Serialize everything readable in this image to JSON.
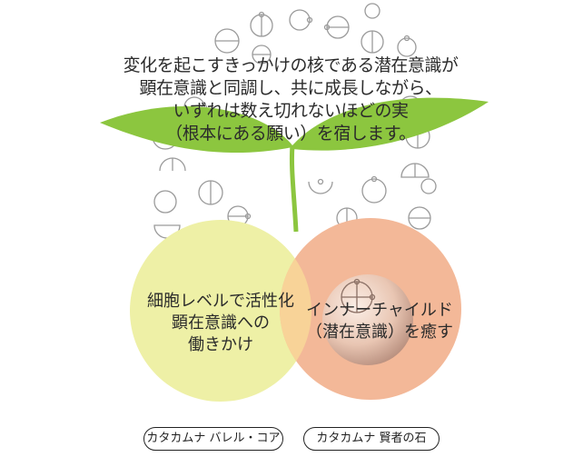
{
  "headline": {
    "lines": [
      "変化を起こすきっかけの核である潜在意識が",
      "顕在意識と同調し、共に成長しながら、",
      "いずれは数え切れないほどの実",
      "（根本にある願い）を宿します。"
    ]
  },
  "left_circle": {
    "lines": [
      "細胞レベルで活性化",
      "顕在意識への",
      "働きかけ"
    ],
    "color": "#eef0a6"
  },
  "right_circle": {
    "lines": [
      "インナーチャイルド",
      "（潜在意識）を癒す"
    ],
    "color": "#f3b898"
  },
  "labels": {
    "left": "カタカムナ バレル・コア",
    "right": "カタカムナ 賢者の石"
  },
  "colors": {
    "leaf": "#8cc63f",
    "overlap": "#f8d398",
    "symbols": "#9a9a9a",
    "sphere": "#e9c6b3"
  },
  "icons": [
    "katakamuna-symbol-icon",
    "sprout-leaf-icon",
    "stone-sphere-icon"
  ]
}
